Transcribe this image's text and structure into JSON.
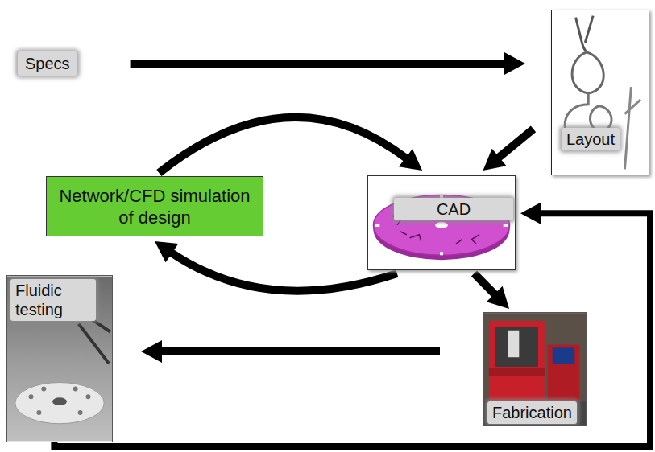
{
  "diagram": {
    "nodes": [
      {
        "text": [
          "Specs"
        ]
      },
      {
        "text": [
          "Layout"
        ]
      },
      {
        "text": [
          "Network/CFD simulation of design"
        ]
      },
      {
        "text": [
          "CAD"
        ]
      },
      {
        "text": [
          "Fluidic testing"
        ]
      },
      {
        "text": [
          "Fabrication"
        ]
      }
    ],
    "edges": [
      {
        "from": 0,
        "to": 1,
        "arrow": "to"
      },
      {
        "from": 1,
        "to": 3,
        "arrow": "to"
      },
      {
        "from": 2,
        "to": 3,
        "arrow": "to"
      },
      {
        "from": 3,
        "to": 2,
        "arrow": "to"
      },
      {
        "from": 3,
        "to": 5,
        "arrow": "to"
      },
      {
        "from": 5,
        "to": 4,
        "arrow": "to"
      },
      {
        "from": 4,
        "to": 3,
        "arrow": "to"
      }
    ]
  }
}
